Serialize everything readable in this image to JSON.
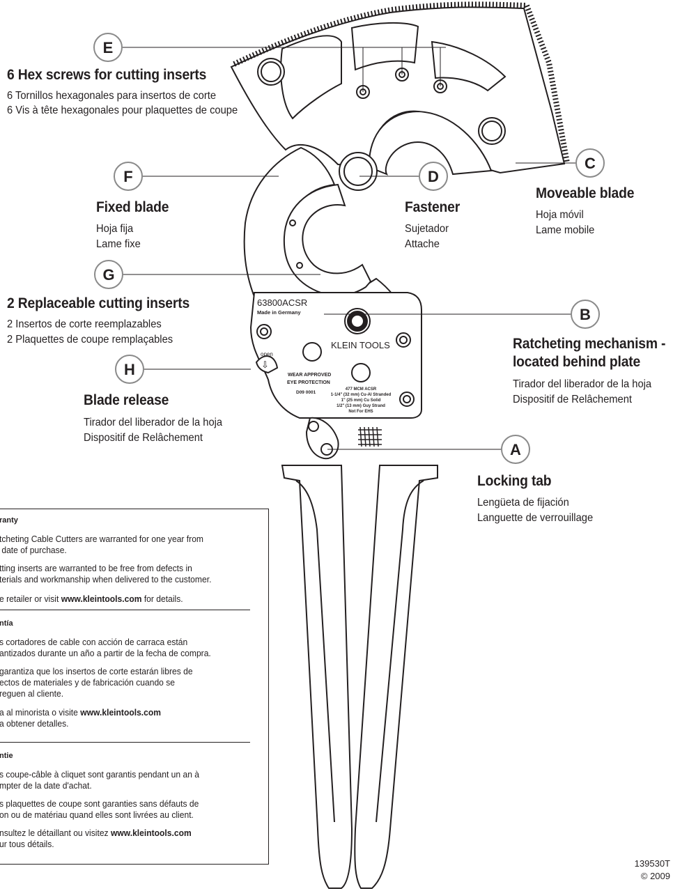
{
  "callouts": {
    "E": {
      "letter": "E",
      "title": "6 Hex screws for cutting inserts",
      "lines": [
        "6 Tornillos hexagonales para insertos de corte",
        "6 Vis à tête hexagonales pour plaquettes de coupe"
      ]
    },
    "F": {
      "letter": "F",
      "title": "Fixed blade",
      "lines": [
        "Hoja fija",
        "Lame fixe"
      ]
    },
    "D": {
      "letter": "D",
      "title": "Fastener",
      "lines": [
        "Sujetador",
        "Attache"
      ]
    },
    "C": {
      "letter": "C",
      "title": "Moveable blade",
      "lines": [
        "Hoja móvil",
        "Lame mobile"
      ]
    },
    "G": {
      "letter": "G",
      "title": "2 Replaceable cutting inserts",
      "lines": [
        "2 Insertos de corte reemplazables",
        "2 Plaquettes de coupe remplaçables"
      ]
    },
    "B": {
      "letter": "B",
      "title": "Ratcheting mechanism -",
      "title2": "located behind plate",
      "lines": [
        "Tirador del liberador de la hoja",
        "Dispositif de Relâchement"
      ]
    },
    "H": {
      "letter": "H",
      "title": "Blade release",
      "lines": [
        "Tirador del liberador de la hoja",
        "Dispositif de Relâchement"
      ]
    },
    "A": {
      "letter": "A",
      "title": "Locking tab",
      "lines": [
        "Lengüeta de fijación",
        "Languette de verrouillage"
      ]
    }
  },
  "plate": {
    "model": "63800ACSR",
    "origin": "Made in Germany",
    "brand": "KLEIN TOOLS",
    "open": "open",
    "warn1": "WEAR APPROVED",
    "warn2": "EYE PROTECTION",
    "serial": "D09  0001",
    "spec1": "477 MCM ACSR",
    "spec2": "1-1/4\" (32 mm) Cu-Al Stranded",
    "spec3": "1\" (25 mm) Cu Solid",
    "spec4": "1/2\" (13 mm) Guy Strand",
    "spec5": "Not For EHS"
  },
  "warranty": {
    "en": {
      "heading": "ranty",
      "p1": "tcheting Cable Cutters are warranted for one year from\n date of purchase.",
      "p2": "tting inserts are warranted to be free from defects in\nterials and workmanship when delivered to the customer.",
      "p3_pre": "e retailer or visit ",
      "p3_link": "www.kleintools.com",
      "p3_post": " for details."
    },
    "es": {
      "heading": "ntía",
      "p1": "s cortadores de cable con acción de carraca están\nantizados durante un año a partir de la fecha de compra.",
      "p2": "garantiza que los insertos de corte estarán libres de\nectos de materiales y de fabricación cuando se\nreguen al cliente.",
      "p3_pre": "a al minorista o visite ",
      "p3_link": "www.kleintools.com",
      "p3_post": "\na obtener detalles."
    },
    "fr": {
      "heading": "ntie",
      "p1": "s coupe-câble à cliquet sont garantis pendant un an à\nmpter de la date d'achat.",
      "p2": "s plaquettes de coupe sont garanties sans défauts de\non ou de matériau quand elles sont livrées au client.",
      "p3_pre": "nsultez le détaillant ou visitez ",
      "p3_link": "www.kleintools.com",
      "p3_post": "\nur tous détails."
    }
  },
  "footer": {
    "code": "139530T",
    "copyright": "© 2009"
  }
}
